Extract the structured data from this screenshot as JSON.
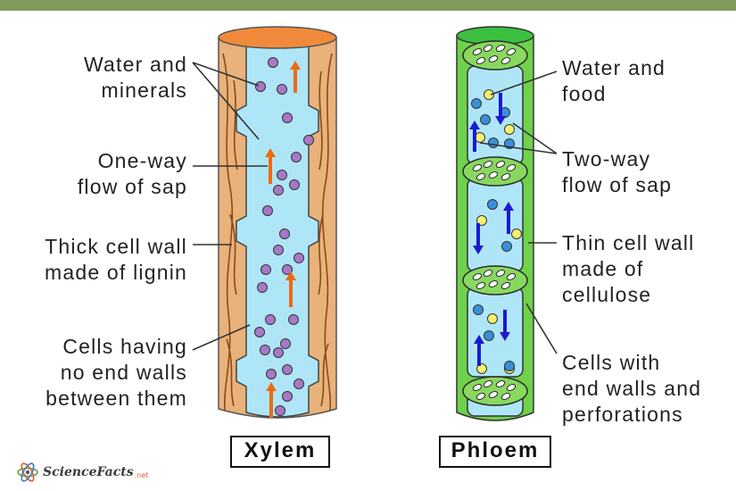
{
  "xylem": {
    "title": "Xylem",
    "label_water": [
      "Water and",
      "minerals"
    ],
    "label_flow": [
      "One-way",
      "flow of sap"
    ],
    "label_wall": [
      "Thick cell wall",
      "made of lignin"
    ],
    "label_cells": [
      "Cells having",
      "no end walls",
      "between them"
    ]
  },
  "phloem": {
    "title": "Phloem",
    "label_water": [
      "Water and",
      "food"
    ],
    "label_flow": [
      "Two-way",
      "flow of sap"
    ],
    "label_wall": [
      "Thin cell wall",
      "made of",
      "cellulose"
    ],
    "label_cells": [
      "Cells with",
      "end walls and",
      "perforations"
    ]
  },
  "logo": {
    "name": "ScienceFacts",
    "suffix": ".net"
  },
  "colors": {
    "header_bar": "#7f9a5a",
    "xylem_wall": "#e8b27a",
    "xylem_top": "#f08a3a",
    "lumen": "#aee6f8",
    "phloem_wall": "#6fd24a",
    "phloem_top": "#3cc040",
    "mineral": "#a878c8",
    "food": "#f4f070",
    "water": "#3a8fd8",
    "xylem_arrow": "#ee6a10",
    "phloem_arrow": "#1a1ad0"
  }
}
